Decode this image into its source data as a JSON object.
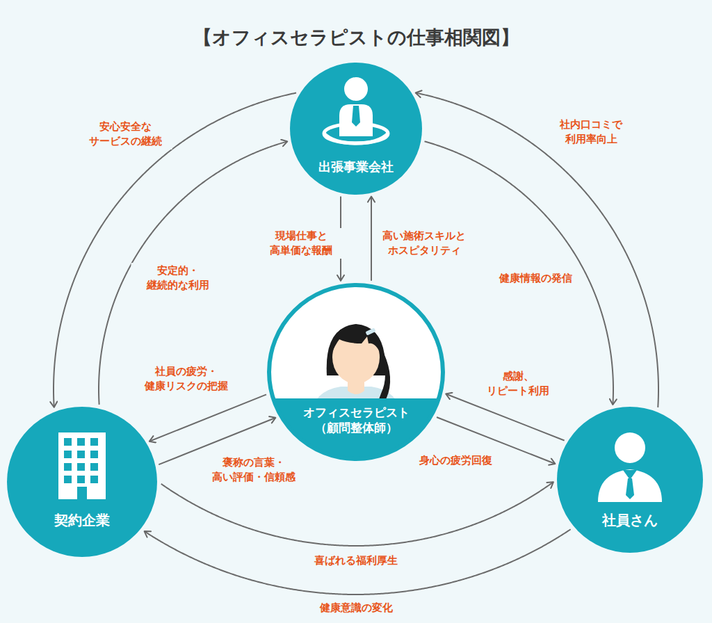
{
  "diagram": {
    "title": "【オフィスセラピストの仕事相関図】",
    "nodes": [
      {
        "text": [
          "出張事業会社"
        ]
      },
      {
        "text": [
          "オフィスセラピスト （顧問整体師）"
        ]
      },
      {
        "text": [
          "契約企業"
        ]
      },
      {
        "text": [
          "社員さん"
        ]
      }
    ],
    "edges": [
      {
        "from": 0,
        "to": 1,
        "label": "現場仕事と 高単価な報酬",
        "arrow": "to"
      },
      {
        "from": 1,
        "to": 0,
        "label": "高い施術スキルと ホスピタリティ",
        "arrow": "to"
      },
      {
        "from": 0,
        "to": 2,
        "label": "安心安全な サービスの継続",
        "arrow": "to"
      },
      {
        "from": 2,
        "to": 0,
        "label": "安定的・ 継続的な利用",
        "arrow": "to"
      },
      {
        "from": 0,
        "to": 3,
        "label": "健康情報の発信",
        "arrow": "to"
      },
      {
        "from": 3,
        "to": 0,
        "label": "社内口コミで 利用率向上",
        "arrow": "to"
      },
      {
        "from": 1,
        "to": 2,
        "label": "社員の疲労・ 健康リスクの把握",
        "arrow": "to"
      },
      {
        "from": 2,
        "to": 1,
        "label": "褒称の言葉・ 高い評価・信頼感",
        "arrow": "to"
      },
      {
        "from": 3,
        "to": 1,
        "label": "感謝、 リピート利用",
        "arrow": "to"
      },
      {
        "from": 1,
        "to": 3,
        "label": "身心の疲労回復",
        "arrow": "to"
      },
      {
        "from": 2,
        "to": 3,
        "label": "喜ばれる福利厚生",
        "arrow": "to"
      },
      {
        "from": 3,
        "to": 2,
        "label": "健康意識の変化",
        "arrow": "to"
      }
    ]
  }
}
